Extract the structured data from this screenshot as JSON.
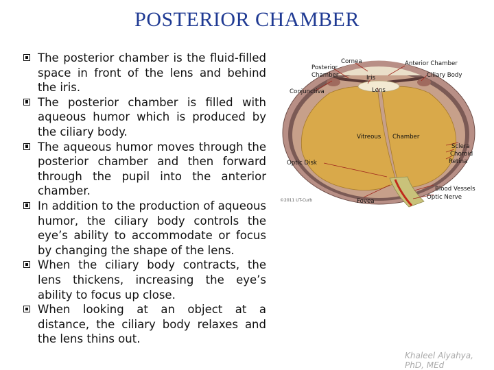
{
  "slide": {
    "title": "POSTERIOR CHAMBER",
    "bullets": [
      "The posterior chamber is the fluid-filled space in front of the lens and behind the iris.",
      "The posterior chamber is filled with aqueous humor which is produced by the ciliary body.",
      "The aqueous humor moves through the posterior chamber and then forward through the pupil into the anterior chamber.",
      "In addition to the production of aqueous humor, the ciliary body controls the eye’s ability to accommodate or focus by changing the shape of the lens.",
      "When the ciliary body contracts, the lens thickens, increasing the eye’s ability to focus up close.",
      "When looking at an object at a distance, the ciliary body relaxes and the lens thins out."
    ],
    "footer": "Khaleel Alyahya, PhD, MEd",
    "bullet_icon": "checkbox-bullet-icon"
  },
  "figure": {
    "labels": {
      "cornea": "Cornea",
      "anterior_chamber": "Anterior Chamber",
      "posterior_chamber_1": "Posterior",
      "posterior_chamber_2": "Chamber",
      "iris": "Iris",
      "ciliary_body": "Ciliary Body",
      "conjunctiva": "Conjunctiva",
      "lens": "Lens",
      "vitreous": "Vitreous",
      "chamber": "Chamber",
      "sclera": "Sclera",
      "choroid": "Choroid",
      "retina": "Retina",
      "optic_disk": "Optic Disk",
      "blood_vessels": "Blood Vessels",
      "optic_nerve": "Optic Nerve",
      "fovea": "Fovea",
      "copyright": "©2011 UT-Curb"
    },
    "colors": {
      "vitreous_fill": "#d9a94a",
      "lens_fill": "#f3ead2",
      "sclera": "#b88f86",
      "choroid": "#7b5a55",
      "retina": "#c7a08a",
      "label_line": "#a0281e",
      "optic_nerve": "#c9c27a",
      "blood_vessel": "#c02a1b"
    }
  }
}
